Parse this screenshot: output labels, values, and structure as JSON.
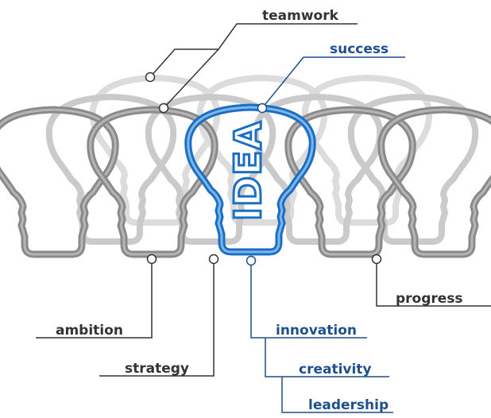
{
  "center_label": "IDEA",
  "labels": {
    "teamwork": "teamwork",
    "success": "success",
    "progress": "progress",
    "ambition": "ambition",
    "strategy": "strategy",
    "innovation": "innovation",
    "creativity": "creativity",
    "leadership": "leadership"
  },
  "colors": {
    "accent_blue": "#1a6fc4",
    "label_blue": "#1f4f8c",
    "label_dark": "#333333",
    "bulb_dark": "#7d7d7d",
    "bulb_light": "#d2d2d2"
  }
}
